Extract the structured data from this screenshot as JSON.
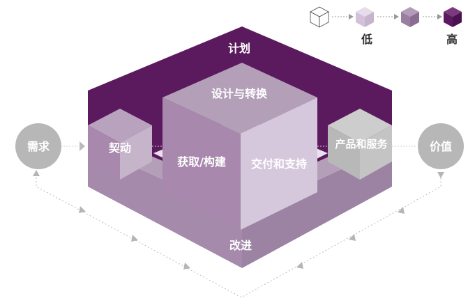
{
  "legend": {
    "low_label": "低",
    "high_label": "高",
    "levels": [
      "#ffffff",
      "#d9cbe0",
      "#a889ad",
      "#5b1a5e"
    ]
  },
  "nodes": {
    "demand": "需求",
    "value": "价值",
    "plan": "计划",
    "engage": "契动",
    "design_transform": "设计与转换",
    "acquire_build": "获取/构建",
    "deliver_support": "交付和支持",
    "products_services": "产品和服务",
    "improve": "改进"
  },
  "colors": {
    "plan_dark": "#5b1a5e",
    "mid": "#a889ad",
    "light": "#d6c8dc",
    "improve": "#9e86a4",
    "gray_box": "#bdbdbd",
    "circle": "#b7b7b7"
  }
}
